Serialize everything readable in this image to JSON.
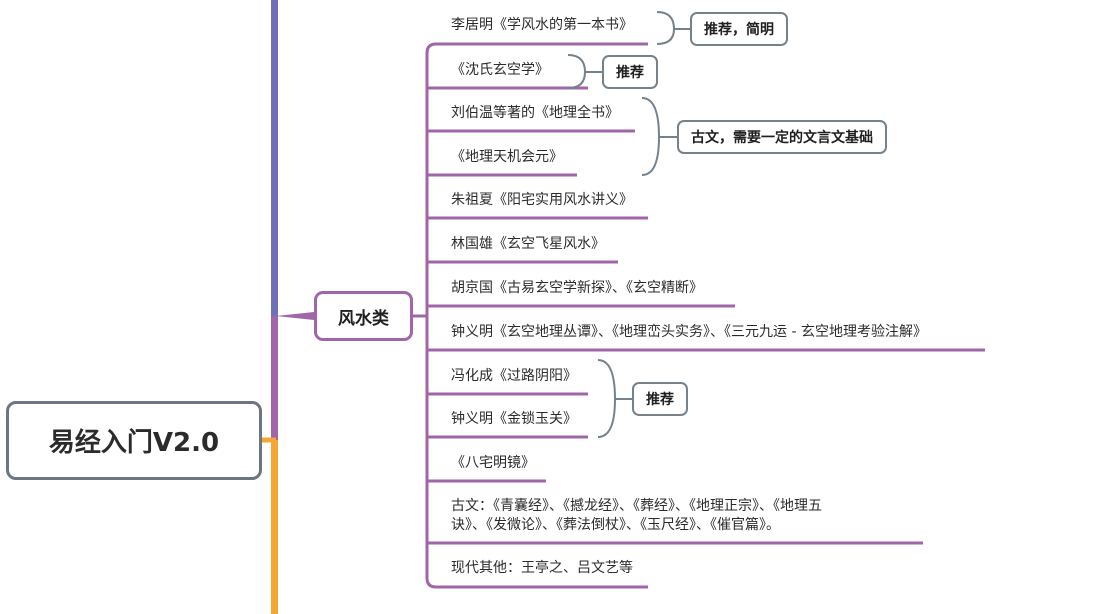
{
  "root": {
    "title": "易经入门V2.0"
  },
  "category": {
    "label": "风水类"
  },
  "items": [
    "李居明《学风水的第一本书》",
    "《沈氏玄空学》",
    "刘伯温等著的《地理全书》",
    "《地理天机会元》",
    "朱祖夏《阳宅实用风水讲义》",
    "林国雄《玄空飞星风水》",
    "胡京国《古易玄空学新探》、《玄空精断》",
    "钟义明《玄空地理丛谭》、《地理峦头实务》、《三元九运 - 玄空地理考验注解》",
    "冯化成《过路阴阳》",
    "钟义明《金锁玉关》",
    "《八宅明镜》",
    "古文：《青囊经》、《撼龙经》、《葬经》、《地理正宗》、《地理五",
    "诀》、《发微论》、《葬法倒杖》、《玉尺经》、《催官篇》。",
    "现代其他：王亭之、吕文艺等"
  ],
  "notes": [
    "推荐，简明",
    "推荐",
    "古文，需要一定的文言文基础",
    "推荐"
  ],
  "colors": {
    "branch": "#a066a8",
    "root_border": "#6b7680",
    "note_border": "#75828c",
    "trunk_top": "#7070b8",
    "trunk_bottom": "#f5a733"
  }
}
